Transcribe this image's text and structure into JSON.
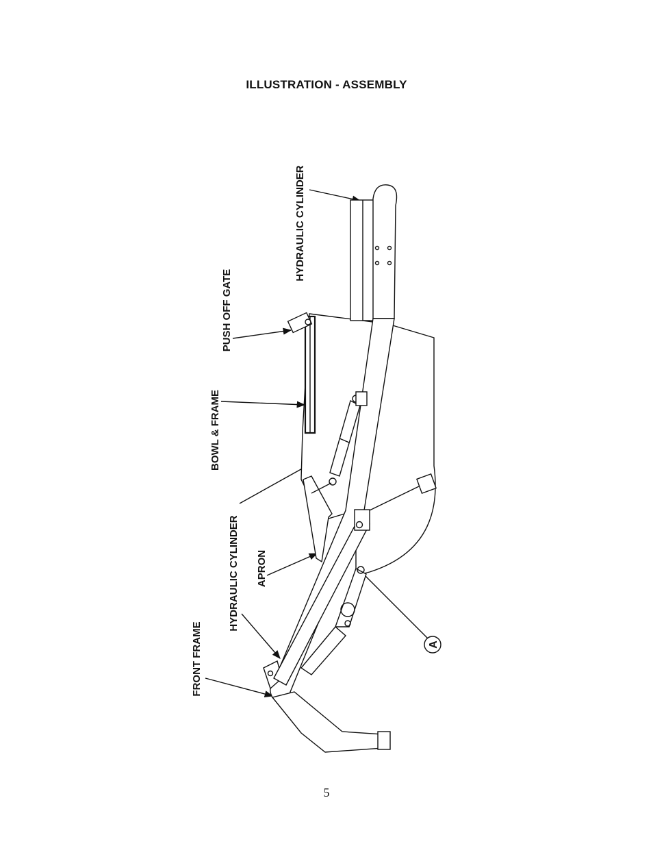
{
  "title": "ILLUSTRATION - ASSEMBLY",
  "labels": {
    "hydraulic_cylinder_top": "HYDRAULIC CYLINDER",
    "push_off_gate": "PUSH OFF GATE",
    "bowl_frame": "BOWL & FRAME",
    "hydraulic_cylinder_bottom": "HYDRAULIC CYLINDER",
    "apron": "APRON",
    "front_frame": "FRONT FRAME",
    "callout_a": "A"
  },
  "page_number": "5"
}
